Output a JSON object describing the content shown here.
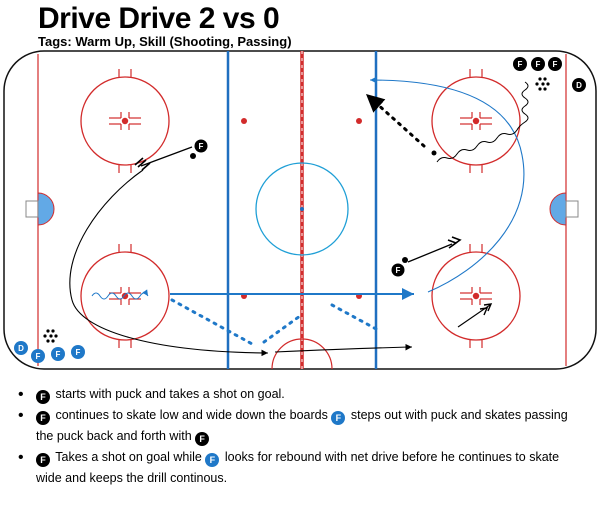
{
  "title": "Drive Drive 2 vs 0",
  "tags": "Tags: Warm Up, Skill (Shooting, Passing)",
  "player_letters": {
    "forward": "F",
    "defense": "D"
  },
  "colors": {
    "red": "#d22b2b",
    "blue_line": "#1f6fc0",
    "pass_blue": "#1f78c8",
    "crease_blue": "#62a9e6",
    "player_blue": "#1f78c8",
    "player_black": "#000000"
  },
  "notes": [
    {
      "p1": "starts with puck and takes a shot on goal."
    },
    {
      "p1": "continues to skate low and wide down the boards",
      "p2": "steps out with puck and skates passing the puck back and forth with"
    },
    {
      "p1": "Takes a shot on goal while",
      "p2": "looks for  rebound with net drive before he continues to skate wide and keeps the drill continous."
    }
  ]
}
